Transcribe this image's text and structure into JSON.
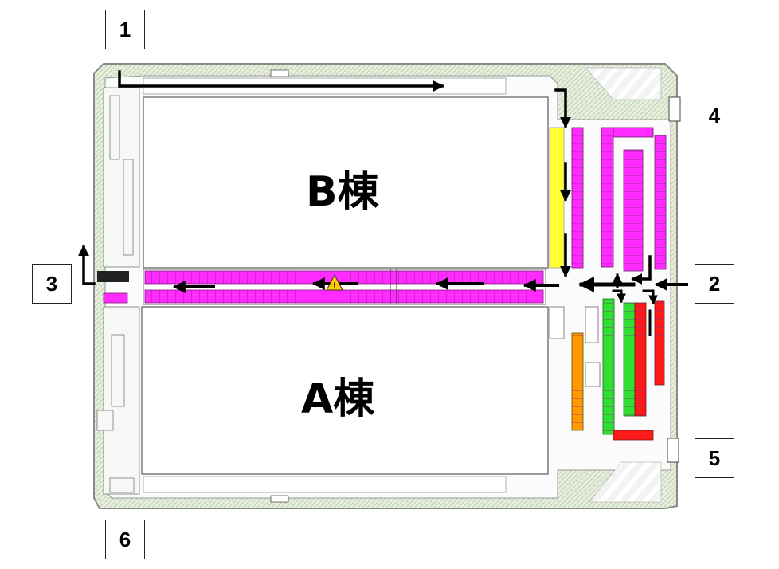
{
  "buildings": {
    "b": {
      "label": "B棟"
    },
    "a": {
      "label": "A棟"
    }
  },
  "gates": [
    {
      "id": "1",
      "label": "1"
    },
    {
      "id": "2",
      "label": "2"
    },
    {
      "id": "3",
      "label": "3"
    },
    {
      "id": "4",
      "label": "4"
    },
    {
      "id": "5",
      "label": "5"
    },
    {
      "id": "6",
      "label": "6"
    }
  ],
  "colors": {
    "lot_border": "#888888",
    "lot_fill": "#e3ecd8",
    "magenta_zone": "#ff00ff",
    "yellow_zone": "#ffff33",
    "green_zone": "#33dd33",
    "red_zone": "#ff1a1a",
    "orange_zone": "#ff9900",
    "arrow": "#000000",
    "warning": "#ffcc00"
  },
  "icons": {
    "warning": "warning-triangle-icon",
    "arrow": "direction-arrow-icon"
  }
}
